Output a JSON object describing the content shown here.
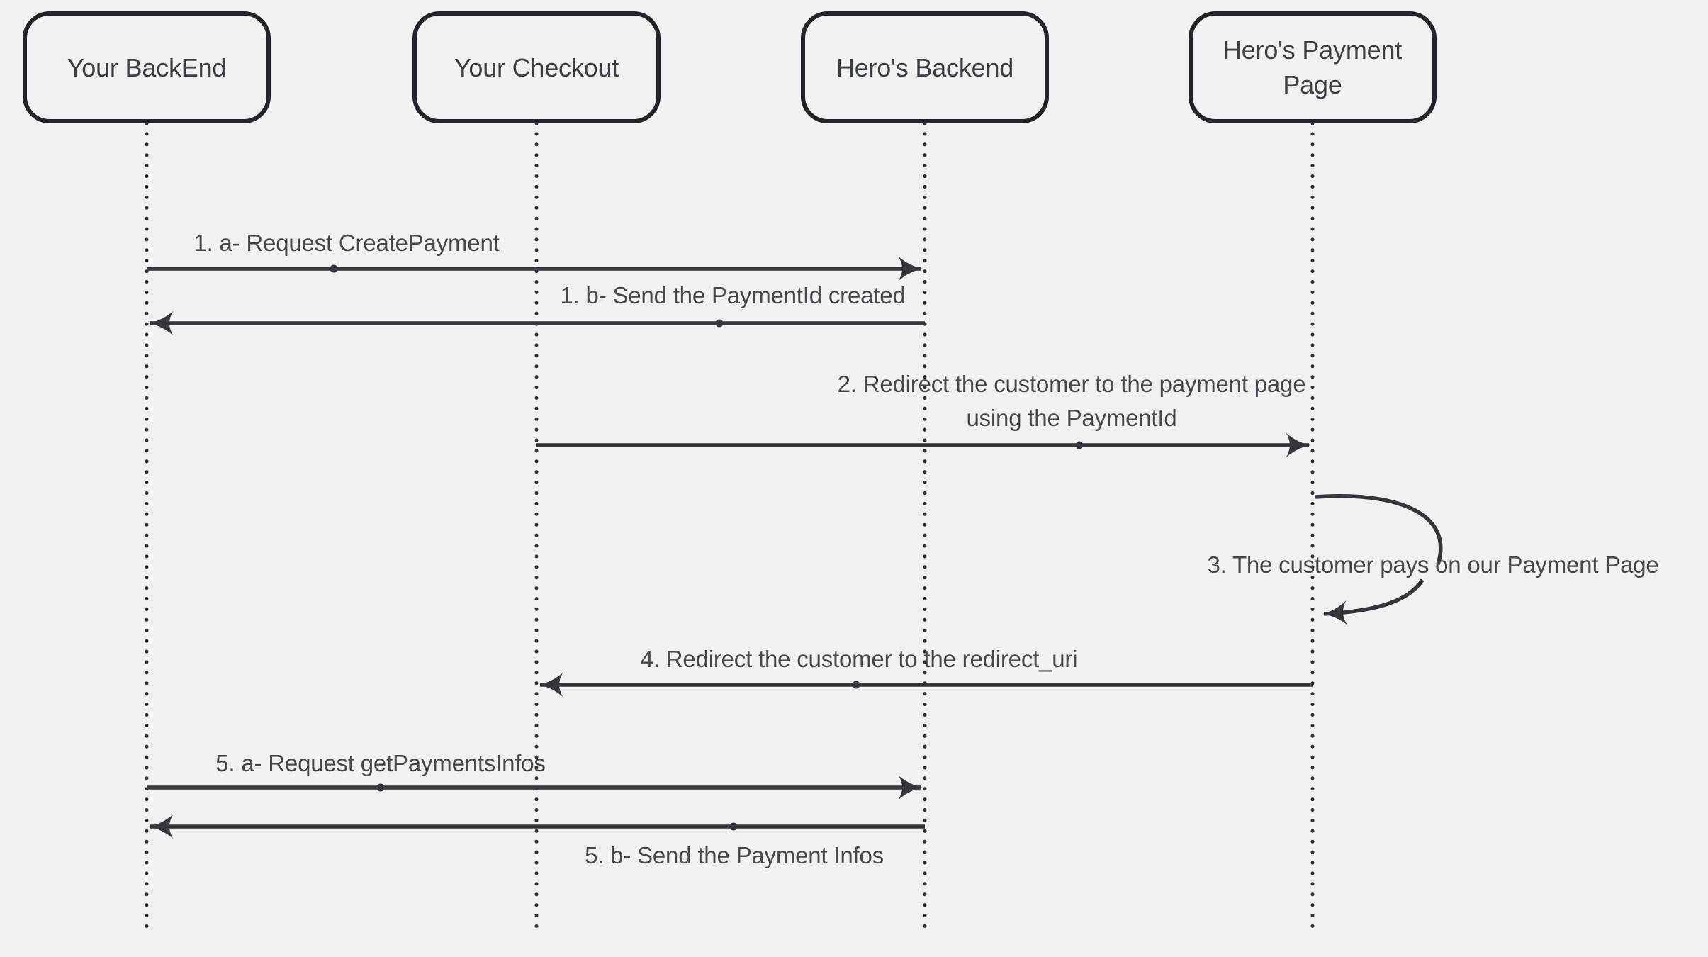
{
  "diagram": {
    "type": "sequence-diagram",
    "actors": [
      {
        "label": "Your BackEnd"
      },
      {
        "label": "Your Checkout"
      },
      {
        "label": "Hero's Backend"
      },
      {
        "label": "Hero's Payment Page"
      }
    ],
    "messages": [
      {
        "label": "1. a- Request CreatePayment",
        "from": "Your BackEnd",
        "to": "Hero's Backend",
        "direction": "right"
      },
      {
        "label": "1. b- Send the PaymentId created",
        "from": "Hero's Backend",
        "to": "Your BackEnd",
        "direction": "left"
      },
      {
        "label": "2. Redirect the customer to the payment page using the PaymentId",
        "lines": [
          "2. Redirect the customer to the payment page",
          "using the PaymentId"
        ],
        "from": "Your Checkout",
        "to": "Hero's Payment Page",
        "direction": "right"
      },
      {
        "label": "3. The customer pays on our Payment Page",
        "from": "Hero's Payment Page",
        "to": "Hero's Payment Page",
        "direction": "self"
      },
      {
        "label": "4. Redirect the customer to the redirect_uri",
        "from": "Hero's Payment Page",
        "to": "Your Checkout",
        "direction": "left"
      },
      {
        "label": "5. a- Request getPaymentsInfos",
        "from": "Your BackEnd",
        "to": "Hero's Backend",
        "direction": "right"
      },
      {
        "label": "5. b- Send the Payment Infos",
        "from": "Hero's Backend",
        "to": "Your BackEnd",
        "direction": "left"
      }
    ],
    "colors": {
      "canvas": "#f0f1f1",
      "line": "#33373b",
      "box_border": "#212529",
      "text": "#43484c"
    }
  }
}
